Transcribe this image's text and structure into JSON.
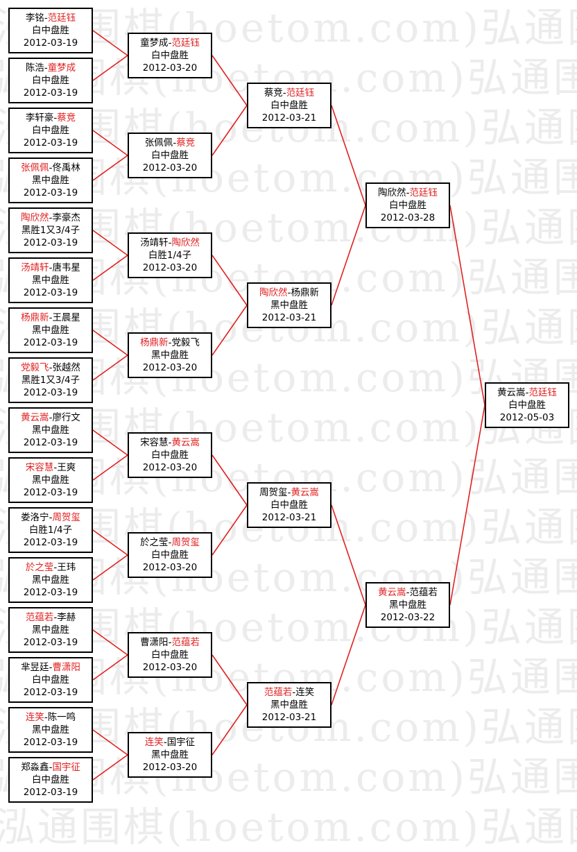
{
  "watermark": "泓通围棋(hoetom.com)弘通围棋(hoetom.com)",
  "colors": {
    "winner": "#e02020",
    "line": "#e02020",
    "border": "#000000"
  },
  "rounds": [
    [
      {
        "p1": "李铭",
        "p2": "范廷钰",
        "winner": 2,
        "result": "白中盘胜",
        "date": "2012-03-19"
      },
      {
        "p1": "陈浩",
        "p2": "童梦成",
        "winner": 2,
        "result": "白中盘胜",
        "date": "2012-03-19"
      },
      {
        "p1": "李轩豪",
        "p2": "蔡竞",
        "winner": 2,
        "result": "白中盘胜",
        "date": "2012-03-19"
      },
      {
        "p1": "张佩佩",
        "p2": "佟禹林",
        "winner": 1,
        "result": "黑中盘胜",
        "date": "2012-03-19"
      },
      {
        "p1": "陶欣然",
        "p2": "李豪杰",
        "winner": 1,
        "result": "黑胜1又3/4子",
        "date": "2012-03-19"
      },
      {
        "p1": "汤靖轩",
        "p2": "唐韦星",
        "winner": 1,
        "result": "黑中盘胜",
        "date": "2012-03-19"
      },
      {
        "p1": "杨鼎新",
        "p2": "王晨星",
        "winner": 1,
        "result": "黑中盘胜",
        "date": "2012-03-19"
      },
      {
        "p1": "党毅飞",
        "p2": "张越然",
        "winner": 1,
        "result": "黑胜1又3/4子",
        "date": "2012-03-19"
      },
      {
        "p1": "黄云嵩",
        "p2": "廖行文",
        "winner": 1,
        "result": "黑中盘胜",
        "date": "2012-03-19"
      },
      {
        "p1": "宋容慧",
        "p2": "王爽",
        "winner": 1,
        "result": "黑中盘胜",
        "date": "2012-03-19"
      },
      {
        "p1": "娄洛宁",
        "p2": "周贺玺",
        "winner": 2,
        "result": "白胜1/4子",
        "date": "2012-03-19"
      },
      {
        "p1": "於之莹",
        "p2": "王玮",
        "winner": 1,
        "result": "黑中盘胜",
        "date": "2012-03-19"
      },
      {
        "p1": "范蕴若",
        "p2": "李赫",
        "winner": 1,
        "result": "黑中盘胜",
        "date": "2012-03-19"
      },
      {
        "p1": "芈昱廷",
        "p2": "曹潇阳",
        "winner": 2,
        "result": "白中盘胜",
        "date": "2012-03-19"
      },
      {
        "p1": "连笑",
        "p2": "陈一鸣",
        "winner": 1,
        "result": "黑中盘胜",
        "date": "2012-03-19"
      },
      {
        "p1": "郑淼鑫",
        "p2": "国宇征",
        "winner": 2,
        "result": "白中盘胜",
        "date": "2012-03-19"
      }
    ],
    [
      {
        "p1": "童梦成",
        "p2": "范廷钰",
        "winner": 2,
        "result": "白中盘胜",
        "date": "2012-03-20"
      },
      {
        "p1": "张佩佩",
        "p2": "蔡竞",
        "winner": 2,
        "result": "白中盘胜",
        "date": "2012-03-20"
      },
      {
        "p1": "汤靖轩",
        "p2": "陶欣然",
        "winner": 2,
        "result": "白胜1/4子",
        "date": "2012-03-20"
      },
      {
        "p1": "杨鼎新",
        "p2": "党毅飞",
        "winner": 1,
        "result": "黑中盘胜",
        "date": "2012-03-20"
      },
      {
        "p1": "宋容慧",
        "p2": "黄云嵩",
        "winner": 2,
        "result": "白中盘胜",
        "date": "2012-03-20"
      },
      {
        "p1": "於之莹",
        "p2": "周贺玺",
        "winner": 2,
        "result": "白中盘胜",
        "date": "2012-03-20"
      },
      {
        "p1": "曹潇阳",
        "p2": "范蕴若",
        "winner": 2,
        "result": "白中盘胜",
        "date": "2012-03-20"
      },
      {
        "p1": "连笑",
        "p2": "国宇征",
        "winner": 1,
        "result": "黑中盘胜",
        "date": "2012-03-20"
      }
    ],
    [
      {
        "p1": "蔡竞",
        "p2": "范廷钰",
        "winner": 2,
        "result": "白中盘胜",
        "date": "2012-03-21"
      },
      {
        "p1": "陶欣然",
        "p2": "杨鼎新",
        "winner": 1,
        "result": "黑中盘胜",
        "date": "2012-03-21"
      },
      {
        "p1": "周贺玺",
        "p2": "黄云嵩",
        "winner": 2,
        "result": "白中盘胜",
        "date": "2012-03-21"
      },
      {
        "p1": "范蕴若",
        "p2": "连笑",
        "winner": 1,
        "result": "黑中盘胜",
        "date": "2012-03-21"
      }
    ],
    [
      {
        "p1": "陶欣然",
        "p2": "范廷钰",
        "winner": 2,
        "result": "白中盘胜",
        "date": "2012-03-28"
      },
      {
        "p1": "黄云嵩",
        "p2": "范蕴若",
        "winner": 1,
        "result": "黑中盘胜",
        "date": "2012-03-22"
      }
    ],
    [
      {
        "p1": "黄云嵩",
        "p2": "范廷钰",
        "winner": 2,
        "result": "白中盘胜",
        "date": "2012-05-03"
      }
    ]
  ]
}
